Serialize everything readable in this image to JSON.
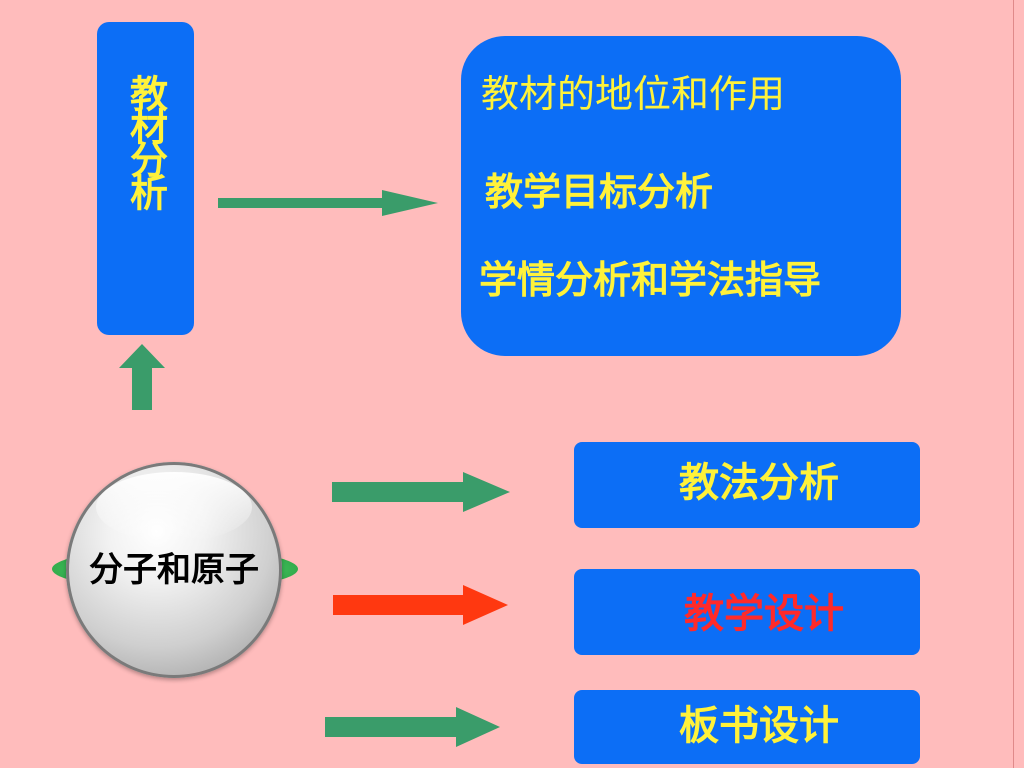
{
  "slide": {
    "background_color": "#ffbcbc",
    "box_color": "#0c6ef6",
    "text_yellow": "#fff23a",
    "text_red": "#ff2a2a",
    "arrow_green": "#3a9c6a",
    "arrow_red": "#ff3810"
  },
  "left_box": {
    "label": "教材分析"
  },
  "detail_box": {
    "items": [
      "教材的地位和作用",
      "教学目标分析",
      "学情分析和学法指导"
    ]
  },
  "center": {
    "label": "分子和原子"
  },
  "pills": [
    {
      "label": "教法分析",
      "color": "#fff23a"
    },
    {
      "label": "教学设计",
      "color": "#ff2a2a"
    },
    {
      "label": "板书设计",
      "color": "#fff23a"
    }
  ],
  "icons": {
    "arrow_up": "arrow-up-icon",
    "arrow_right": "arrow-right-icon"
  }
}
